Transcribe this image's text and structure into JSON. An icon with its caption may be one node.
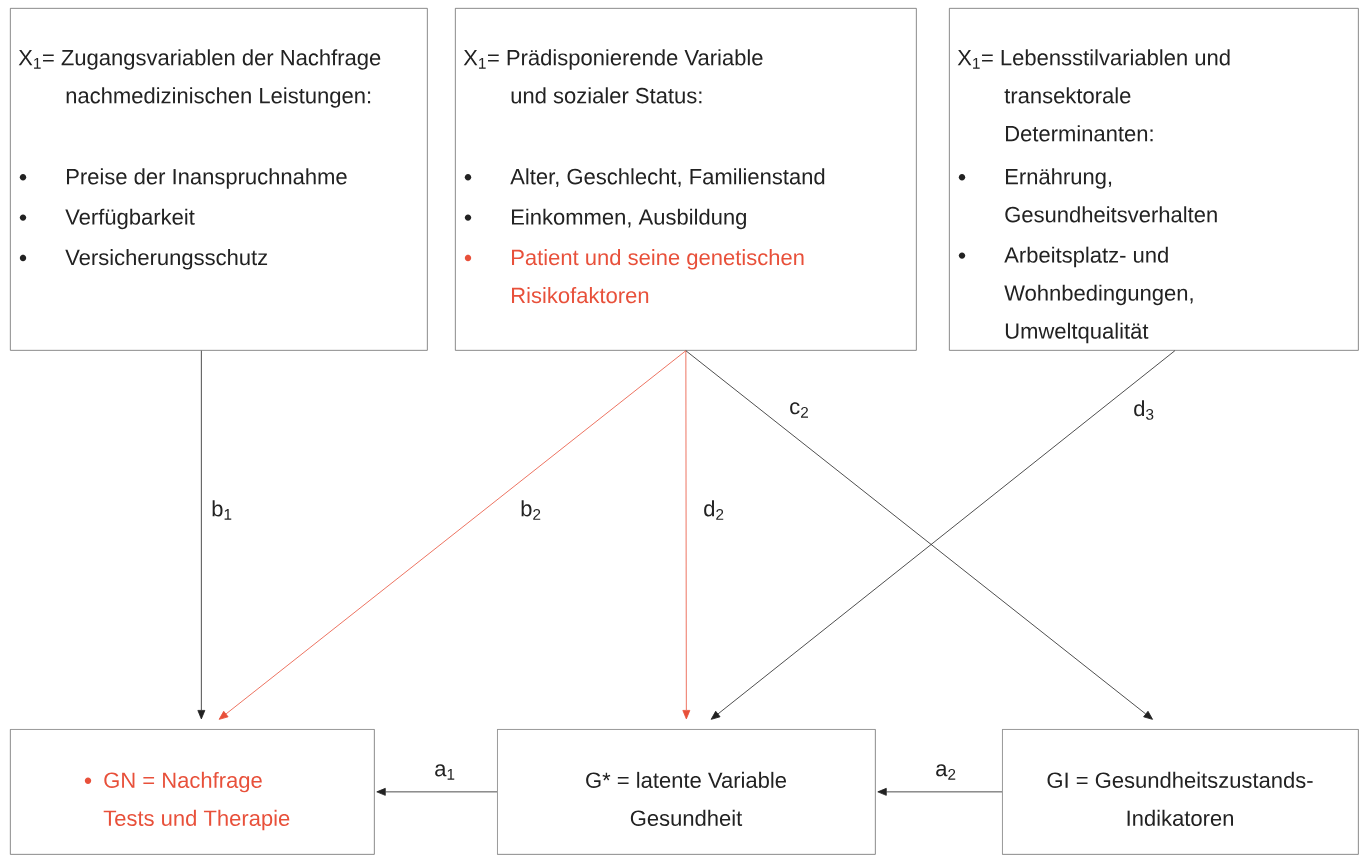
{
  "diagram": {
    "nodes": [
      {
        "text": [
          "X$_{1}$= Zugangsvariablen der Nachfrage nachmedizinischen Leistungen:",
          "Preise der Inanspruchnahme",
          "Verfügbarkeit",
          "Versicherungsschutz"
        ]
      },
      {
        "text": [
          "X$_{1}$= Prädisponierende Variable und sozialer Status:",
          "Alter, Geschlecht, Familienstand",
          "Einkommen, Ausbildung",
          "Patient und seine genetischen Risikofaktoren"
        ]
      },
      {
        "text": [
          "X$_{1}$= Lebensstilvariablen und transektorale Determinanten:",
          "Ernährung, Gesundheitsverhalten",
          "Arbeitsplatz- und Wohnbedingungen, Umweltqualität"
        ]
      },
      {
        "text": [
          "GN = Nachfrage Tests und Therapie"
        ]
      },
      {
        "text": [
          "G* = latente Variable Gesundheit"
        ]
      },
      {
        "text": [
          "GI = Gesundheitszustands-Indikatoren"
        ]
      }
    ],
    "edges": [
      {
        "from": 0,
        "to": 3,
        "arrow": "to",
        "label": "b$_{1}$"
      },
      {
        "from": 1,
        "to": 3,
        "arrow": "to",
        "label": "b$_{2}$",
        "color": "#e8503a"
      },
      {
        "from": 1,
        "to": 4,
        "arrow": "to",
        "label": "d$_{2}$",
        "color": "#e8503a"
      },
      {
        "from": 1,
        "to": 5,
        "arrow": "to",
        "label": "c$_{2}$"
      },
      {
        "from": 2,
        "to": 4,
        "arrow": "to",
        "label": "d$_{3}$"
      },
      {
        "from": 4,
        "to": 3,
        "arrow": "to",
        "label": "a$_{1}$"
      },
      {
        "from": 5,
        "to": 4,
        "arrow": "to",
        "label": "a$_{2}$"
      }
    ]
  }
}
